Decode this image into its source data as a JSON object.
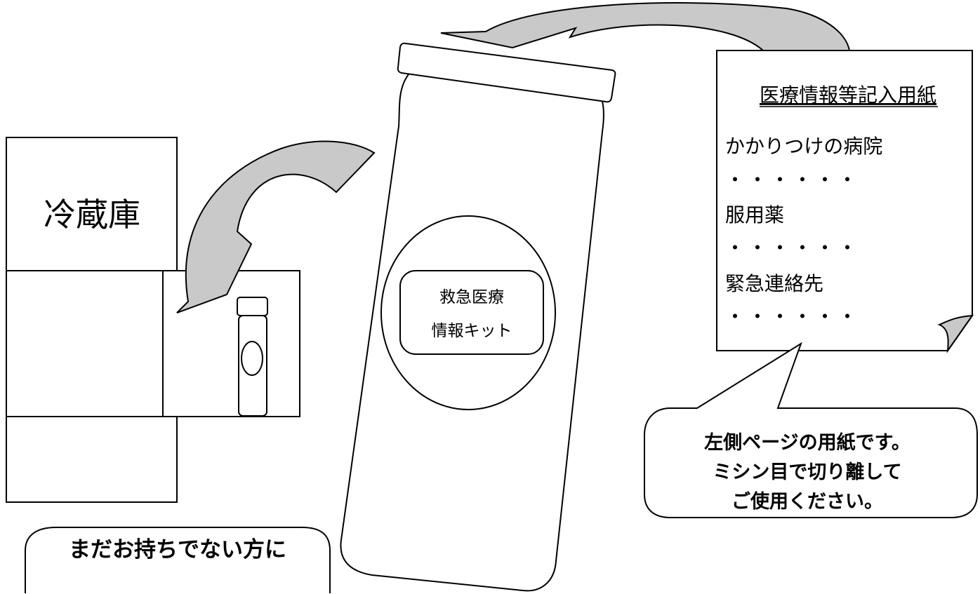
{
  "fridge": {
    "label": "冷蔵庫"
  },
  "kit": {
    "label_line1": "救急医療",
    "label_line2": "情報キット"
  },
  "form": {
    "title": "医療情報等記入用紙",
    "item1": "かかりつけの病院",
    "dots1": "・・・・・・",
    "item2": "服用薬",
    "dots2": "・・・・・・",
    "item3": "緊急連絡先",
    "dots3": "・・・・・・"
  },
  "callout_right": {
    "line1": "左側ページの用紙です。",
    "line2": "ミシン目で切り離して",
    "line3": "ご使用ください。"
  },
  "callout_left": {
    "text": "まだお持ちでない方に"
  },
  "colors": {
    "arrow_fill": "#c9c9c9",
    "stroke": "#000000",
    "background": "#ffffff"
  }
}
